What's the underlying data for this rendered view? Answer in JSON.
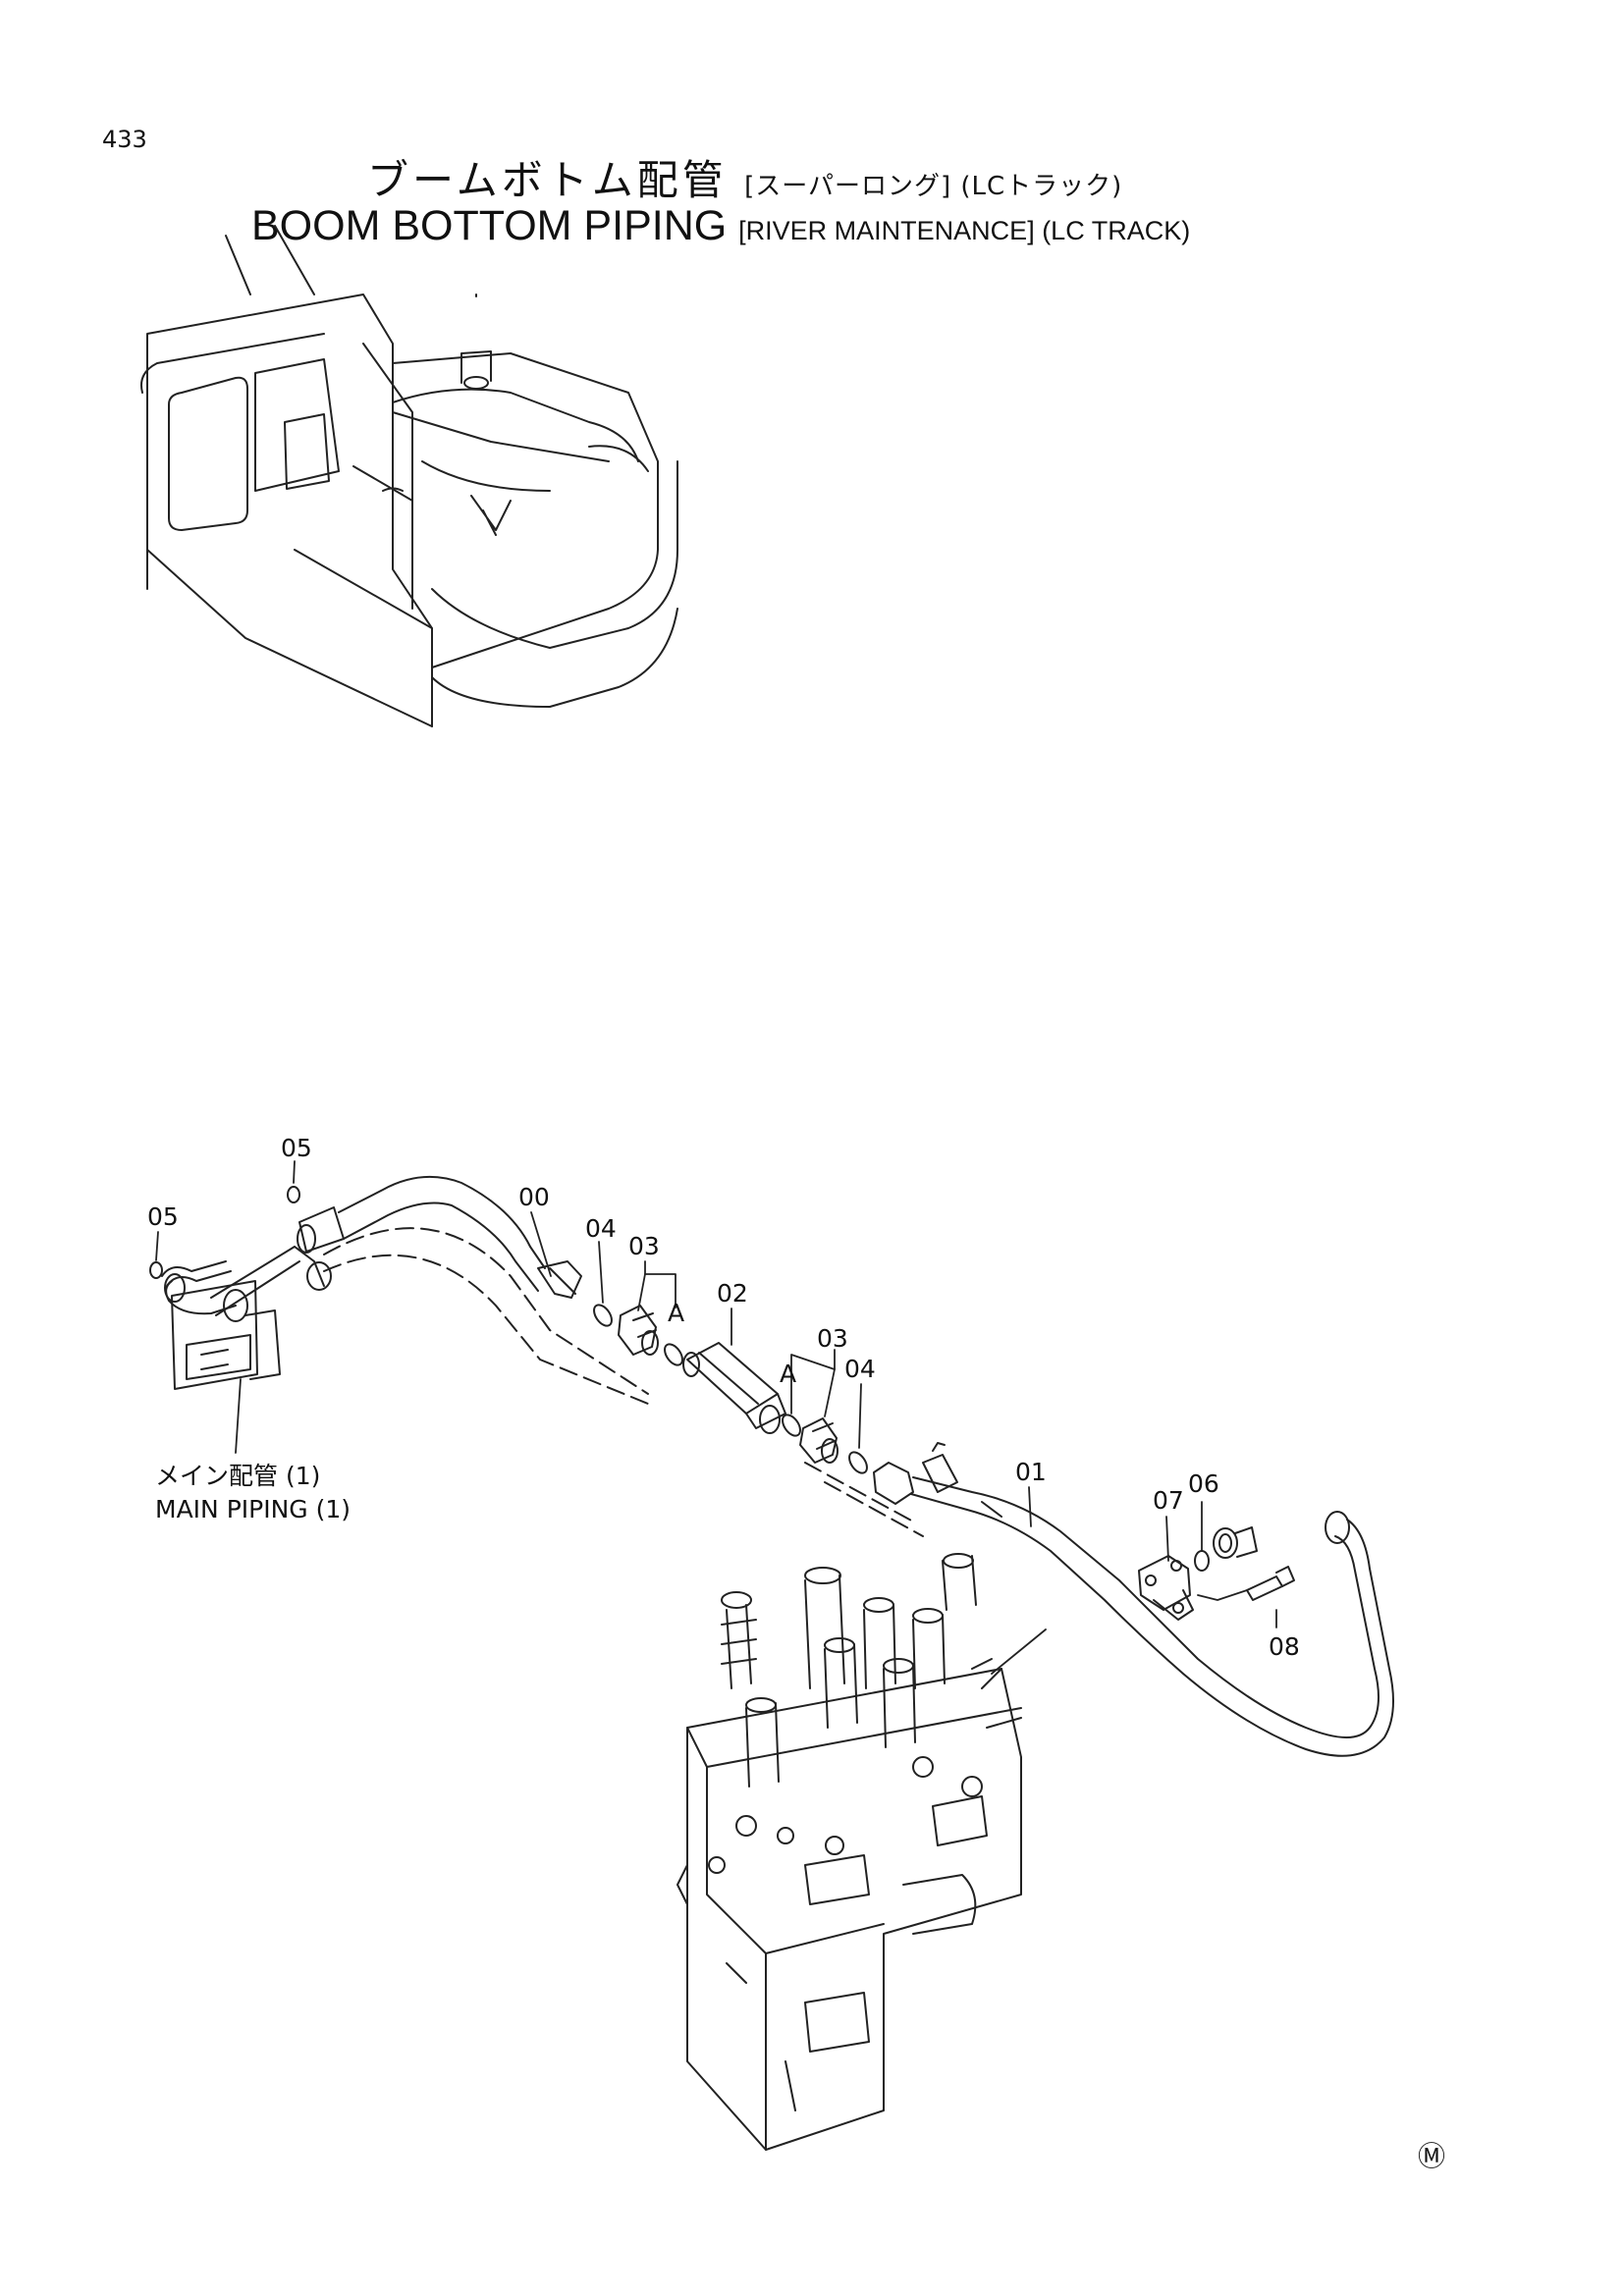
{
  "page_number": "433",
  "title_jp": "ブームボトム配管",
  "title_jp_sub": "[スーパーロング] (LCトラック)",
  "title_en": "BOOM BOTTOM PIPING",
  "title_en_sub": "[RIVER MAINTENANCE] (LC TRACK)",
  "callouts": {
    "p00": "00",
    "p01": "01",
    "p02": "02",
    "p03_left": "03",
    "p03_right": "03",
    "p04_left": "04",
    "p04_right": "04",
    "p05_top": "05",
    "p05_left": "05",
    "p06": "06",
    "p07": "07",
    "p08": "08",
    "a_left": "A",
    "a_right": "A"
  },
  "main_piping_jp": "メイン配管 (1)",
  "main_piping_en": "MAIN PIPING (1)",
  "footer_mark": "Ⓜ"
}
